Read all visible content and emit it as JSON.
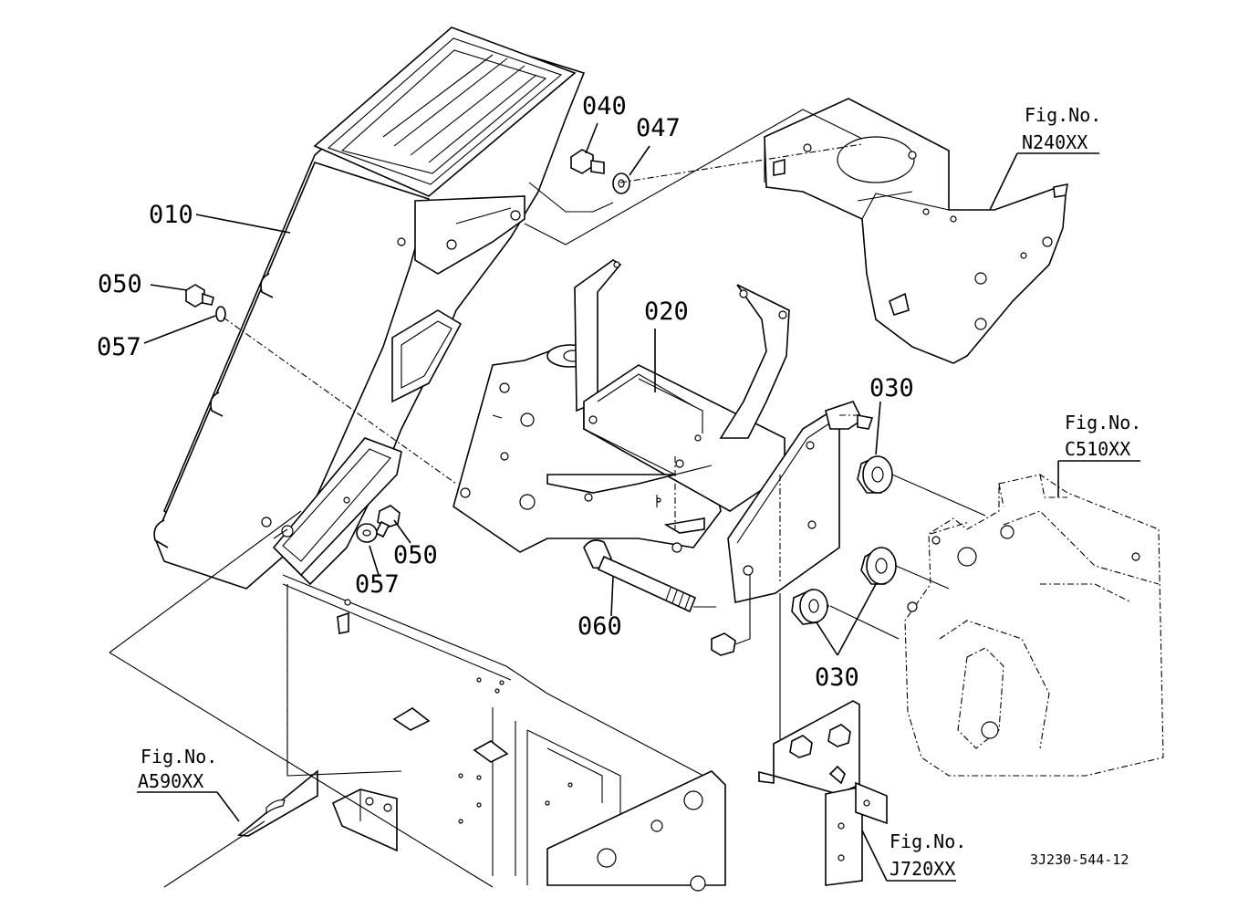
{
  "diagram": {
    "labels": {
      "p010": "010",
      "p020": "020",
      "p030_top": "030",
      "p030_bottom": "030",
      "p040": "040",
      "p047": "047",
      "p050_left": "050",
      "p050_right": "050",
      "p057_left": "057",
      "p057_right": "057",
      "p060": "060"
    },
    "figure_refs": {
      "n240": {
        "title": "Fig.No.",
        "code": "N240XX"
      },
      "c510": {
        "title": "Fig.No.",
        "code": "C510XX"
      },
      "a590": {
        "title": "Fig.No.",
        "code": "A590XX"
      },
      "j720": {
        "title": "Fig.No.",
        "code": "J720XX"
      }
    },
    "drawing_code": "3J230-544-12"
  }
}
